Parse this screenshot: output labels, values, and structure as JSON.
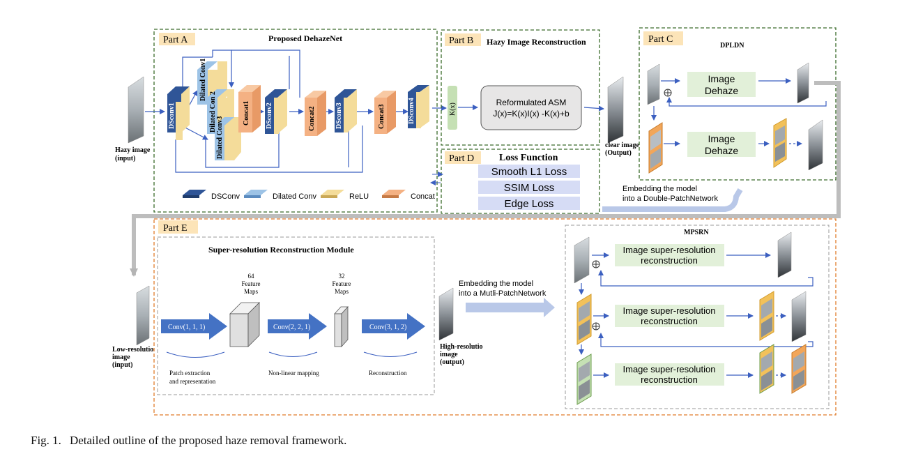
{
  "parts": {
    "a": {
      "tag": "Part A",
      "title": "Proposed DehazeNet"
    },
    "b": {
      "tag": "Part B",
      "title": "Hazy Image Reconstruction",
      "kx": "K(x)",
      "asm_line1": "Reformulated  ASM",
      "asm_line2": "J(x)=K(x)I(x) -K(x)+b"
    },
    "c": {
      "tag": "Part C",
      "title": "DPLDN",
      "dehaze1": [
        "Image",
        "Dehaze"
      ],
      "dehaze2": [
        "Image",
        "Dehaze"
      ]
    },
    "d": {
      "tag": "Part D",
      "title": "Loss Function",
      "losses": [
        "Smooth L1 Loss",
        "SSIM  Loss",
        "Edge Loss"
      ]
    },
    "e": {
      "tag": "Part E",
      "module_title": "Super-resolution Reconstruction Module",
      "mpsrn": "MPSRN",
      "sr_block": [
        "Image super-resolution",
        "reconstruction"
      ]
    }
  },
  "dehazenet": {
    "blocks": [
      "DSconv1",
      "Dilated Conv1",
      "Dilated Con 2",
      "Dilated Conv3",
      "Concat1",
      "DSconv2",
      "Concat2",
      "DSconv3",
      "Concat3",
      "DSconv4"
    ]
  },
  "legend": [
    "DSConv",
    "Dilated Conv",
    "ReLU",
    "Concat"
  ],
  "io": {
    "hazy": [
      "Hazy image",
      "(input)"
    ],
    "clear": [
      "clear image",
      "(Output)"
    ],
    "lowres": [
      "Low-resolutio",
      "image",
      "(input)"
    ],
    "highres": [
      "High-resolutio",
      "image",
      "(output)"
    ]
  },
  "embedding": {
    "double": [
      "Embedding the model",
      "into a Double-PatchNetwork"
    ],
    "multi": [
      "Embedding the model",
      "into a Mutli-PatchNetwork"
    ]
  },
  "sr_module": {
    "conv1": "Conv(1, 1, 1)",
    "conv2": "Conv(2, 2, 1)",
    "conv3": "Conv(3, 1, 2)",
    "maps1": [
      "64",
      "Feature",
      "Maps"
    ],
    "maps2": [
      "32",
      "Feature",
      "Maps"
    ],
    "stage1": [
      "Patch extraction",
      "and representation"
    ],
    "stage2": "Non-linear mapping",
    "stage3": "Reconstruction"
  },
  "caption": {
    "label": "Fig. 1.",
    "text": "Detailed outline of the proposed haze removal framework."
  },
  "colors": {
    "green_dash": "#3a6b2a",
    "orange_dash": "#e07b2a",
    "part_tag": "#fce4b8",
    "blue": "#3b5fc0",
    "green_box": "#e2f0d9",
    "loss_box": "#d6dcf5",
    "arrow_light": "#b9c8e8",
    "dsconv": "#2f5597",
    "dilated": "#9dc3e6",
    "relu": "#f4dc9a",
    "concat": "#f4b183"
  }
}
